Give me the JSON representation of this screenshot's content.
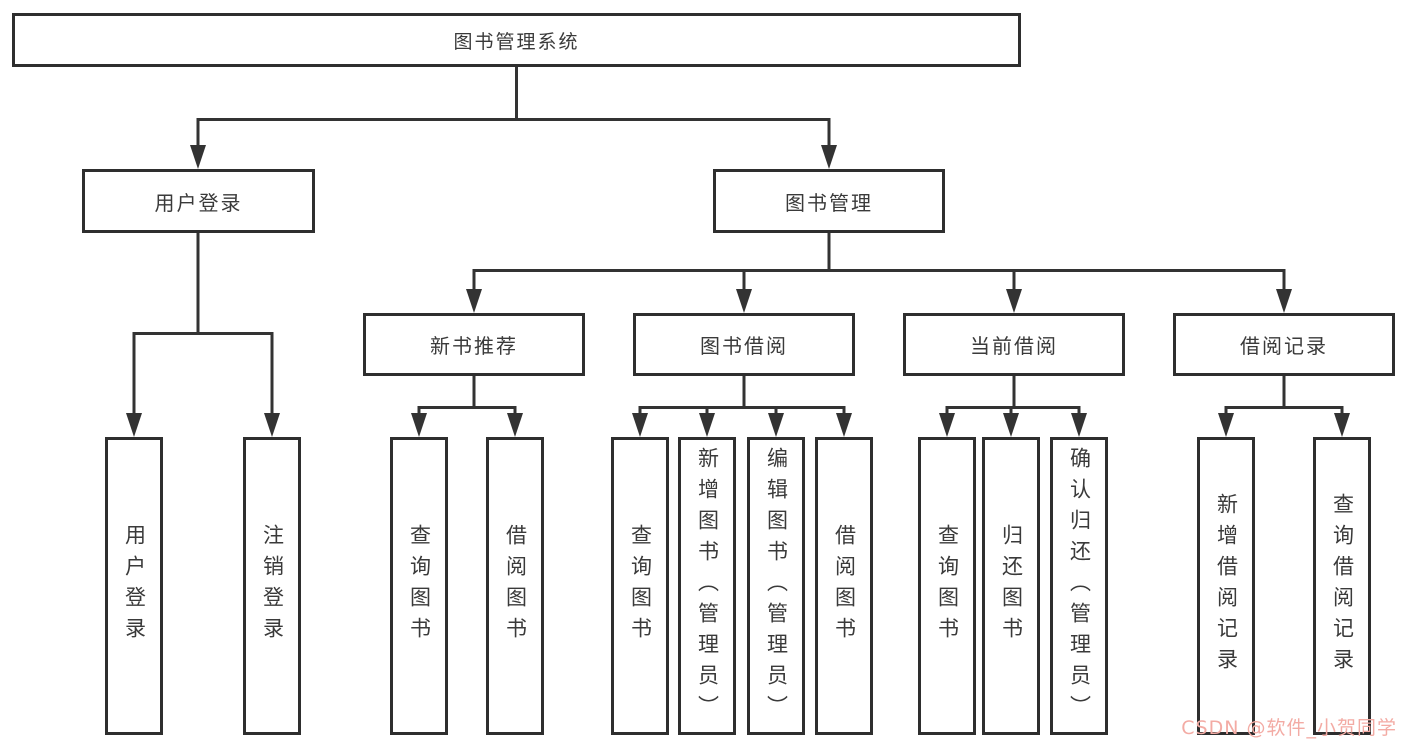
{
  "root": {
    "label": "图书管理系统"
  },
  "branches": {
    "login": {
      "label": "用户登录",
      "children": [
        "用户登录",
        "注销登录"
      ]
    },
    "management": {
      "label": "图书管理",
      "children": {
        "new_books": {
          "label": "新书推荐",
          "children": [
            "查询图书",
            "借阅图书"
          ]
        },
        "borrowing": {
          "label": "图书借阅",
          "children": [
            "查询图书",
            "新增图书（管理员）",
            "编辑图书（管理员）",
            "借阅图书"
          ]
        },
        "current": {
          "label": "当前借阅",
          "children": [
            "查询图书",
            "归还图书",
            "确认归还（管理员）"
          ]
        },
        "records": {
          "label": "借阅记录",
          "children": [
            "新增借阅记录",
            "查询借阅记录"
          ]
        }
      }
    }
  },
  "watermark": {
    "text": "CSDN @软件_小贺同学"
  },
  "colors": {
    "line": "#333333",
    "box_border": "#2e2e2e",
    "text": "#3a3a3a",
    "watermark": "#f3aba4",
    "background": "#ffffff"
  }
}
